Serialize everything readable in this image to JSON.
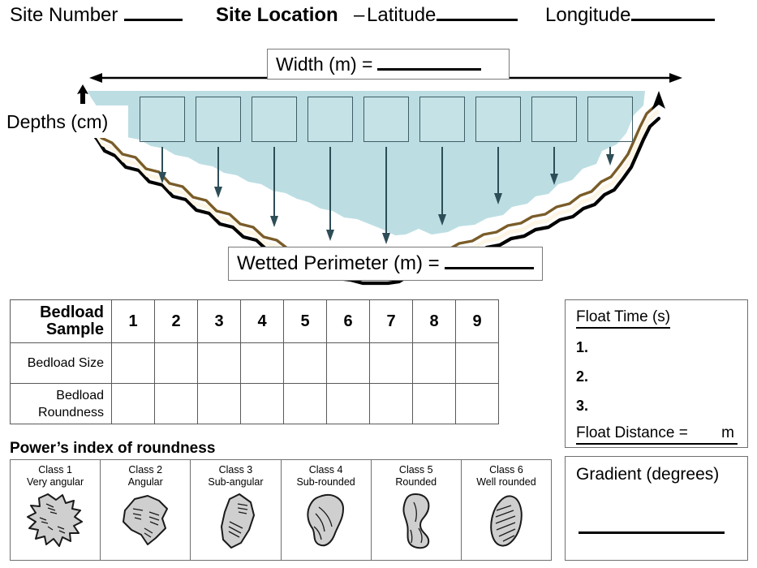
{
  "header": {
    "site_number_label": "Site Number",
    "site_location_label": "Site Location",
    "dash": "–",
    "latitude_label": "Latitude",
    "longitude_label": "Longitude"
  },
  "cross_section": {
    "width_label": "Width (m) =",
    "depths_label": "Depths (cm)",
    "wetted_perimeter_label": "Wetted Perimeter (m) =",
    "water_color": "#bcdee3",
    "bed_outline_color": "#000000",
    "bed_inner_color": "#7a5c28",
    "bed_band_color": "#fdf6e6",
    "depth_box_border_color": "#3f5d66",
    "depth_box_count": 9
  },
  "bedload_table": {
    "header_label": "Bedload Sample",
    "columns": [
      "1",
      "2",
      "3",
      "4",
      "5",
      "6",
      "7",
      "8",
      "9"
    ],
    "rows": [
      {
        "label": "Bedload Size",
        "values": [
          "",
          "",
          "",
          "",
          "",
          "",
          "",
          "",
          ""
        ]
      },
      {
        "label": "Bedload Roundness",
        "values": [
          "",
          "",
          "",
          "",
          "",
          "",
          "",
          "",
          ""
        ]
      }
    ]
  },
  "powers_index": {
    "title": "Power’s index of roundness",
    "classes": [
      {
        "name": "Class 1",
        "desc": "Very angular"
      },
      {
        "name": "Class 2",
        "desc": "Angular"
      },
      {
        "name": "Class 3",
        "desc": "Sub-angular"
      },
      {
        "name": "Class 4",
        "desc": "Sub-rounded"
      },
      {
        "name": "Class 5",
        "desc": "Rounded"
      },
      {
        "name": "Class 6",
        "desc": "Well rounded"
      }
    ],
    "pebble_fill": "#cfcfcf",
    "pebble_stroke": "#1a1a1a"
  },
  "float": {
    "title": "Float Time  (s)",
    "items": [
      "1.",
      "2.",
      "3."
    ],
    "distance_label": "Float Distance =",
    "distance_unit": "m"
  },
  "gradient": {
    "title": "Gradient (degrees)"
  }
}
